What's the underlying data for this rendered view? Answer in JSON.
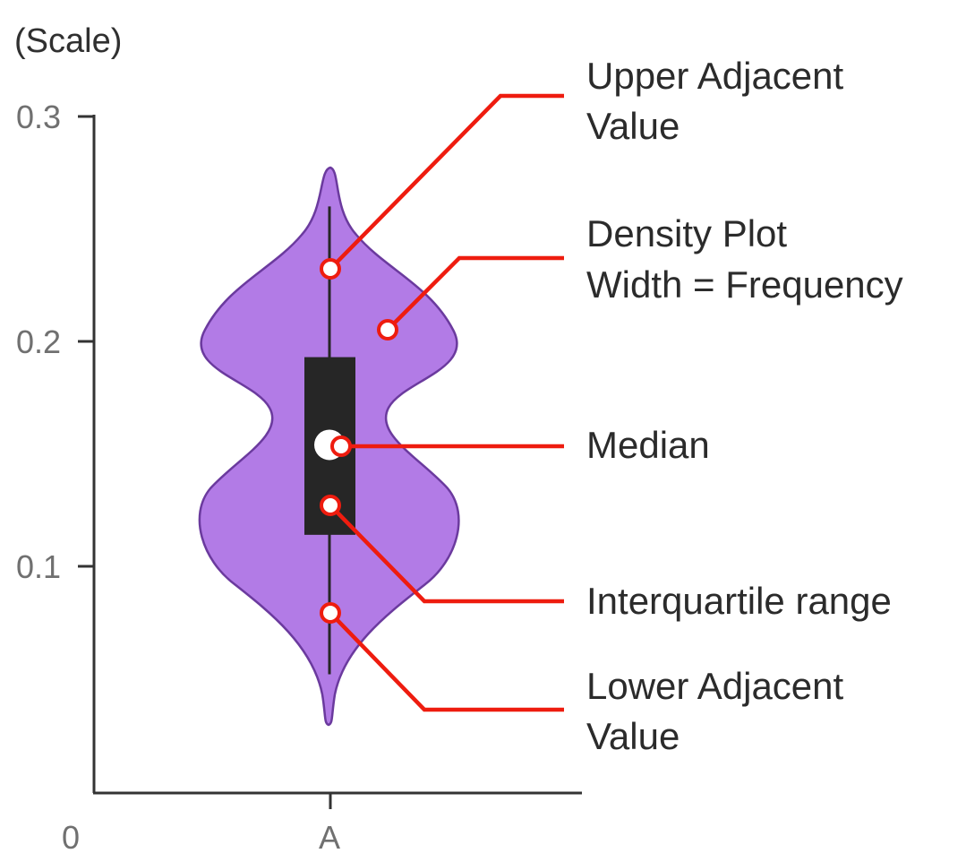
{
  "scale_label": "(Scale)",
  "x_axis": {
    "origin_label": "0",
    "category": "A"
  },
  "y_axis": {
    "ticks": [
      {
        "value": 0.1,
        "label": "0.1"
      },
      {
        "value": 0.2,
        "label": "0.2"
      },
      {
        "value": 0.3,
        "label": "0.3"
      }
    ]
  },
  "violin": {
    "category": "A",
    "fill_color": "#b27be6",
    "edge_color": "#6b3a9e",
    "box_color": "#262626",
    "median_color": "#ffffff",
    "min": 0.03,
    "max": 0.277,
    "lower_adjacent": 0.052,
    "upper_adjacent": 0.26,
    "q1": 0.114,
    "q3": 0.193,
    "median": 0.154
  },
  "callouts": {
    "upper_adjacent": {
      "line1": "Upper Adjacent",
      "line2": "Value"
    },
    "density": {
      "line1": "Density Plot",
      "line2": "Width = Frequency"
    },
    "median": {
      "line1": "Median"
    },
    "iqr": {
      "line1": "Interquartile range"
    },
    "lower_adjacent": {
      "line1": "Lower Adjacent",
      "line2": "Value"
    }
  },
  "colors": {
    "callout_line": "#ee1c0f",
    "axis": "#333333"
  }
}
